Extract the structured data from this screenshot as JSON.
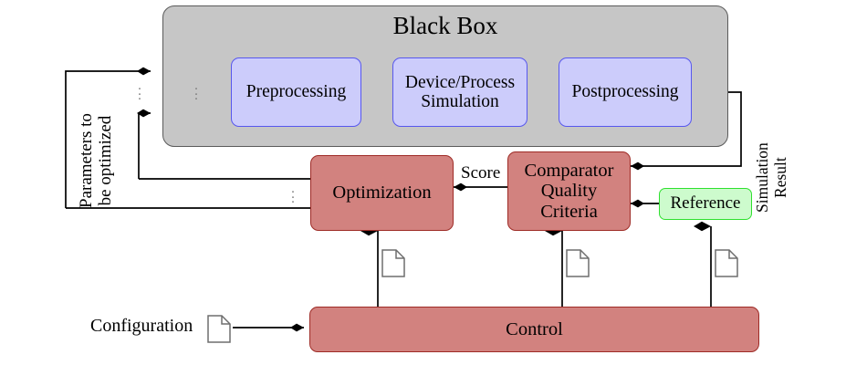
{
  "diagram": {
    "title_label": "Black Box",
    "container": {
      "name": "black-box-container",
      "label": "Black Box",
      "fill": "#c6c6c6",
      "stroke": "#5a5a5a"
    },
    "pipeline_blocks": [
      {
        "id": "preprocessing",
        "label": "Preprocessing",
        "fill": "#ccccfb",
        "stroke": "#5757ef"
      },
      {
        "id": "device-process-simulation",
        "label": "Device/Process\nSimulation",
        "line1": "Device/Process",
        "line2": "Simulation",
        "fill": "#ccccfb",
        "stroke": "#5757ef"
      },
      {
        "id": "postprocessing",
        "label": "Postprocessing",
        "fill": "#ccccfb",
        "stroke": "#5757ef"
      }
    ],
    "process_blocks": [
      {
        "id": "optimization",
        "label": "Optimization",
        "fill": "#d2827f",
        "stroke": "#9e2b26"
      },
      {
        "id": "comparator",
        "line1": "Comparator",
        "line2": "Quality",
        "line3": "Criteria",
        "fill": "#d2827f",
        "stroke": "#9e2b26"
      },
      {
        "id": "control",
        "label": "Control",
        "fill": "#d2827f",
        "stroke": "#9e2b26"
      }
    ],
    "reference_block": {
      "id": "reference",
      "label": "Reference",
      "fill": "#cdfbcd",
      "stroke": "#2fe02f"
    },
    "edge_labels": {
      "parameters": "Parameters to\nbe optimized",
      "parameters_line1": "Parameters to",
      "parameters_line2": "be optimized",
      "simulation_result": "Simulation\nResult",
      "simulation_result_line1": "Simulation",
      "simulation_result_line2": "Result",
      "score": "Score",
      "configuration": "Configuration"
    },
    "ellipsis": "•\n•\n•",
    "document_icons": [
      {
        "id": "doc-preprocessing"
      },
      {
        "id": "doc-simulation"
      },
      {
        "id": "doc-postprocessing"
      },
      {
        "id": "doc-optimization"
      },
      {
        "id": "doc-comparator"
      },
      {
        "id": "doc-reference"
      },
      {
        "id": "doc-configuration"
      }
    ],
    "colors": {
      "background": "#ffffff",
      "line": "#000000",
      "doc_stroke": "#6e6e6e",
      "doc_fill": "#ffffff",
      "dots": "#7b7b7b"
    }
  }
}
